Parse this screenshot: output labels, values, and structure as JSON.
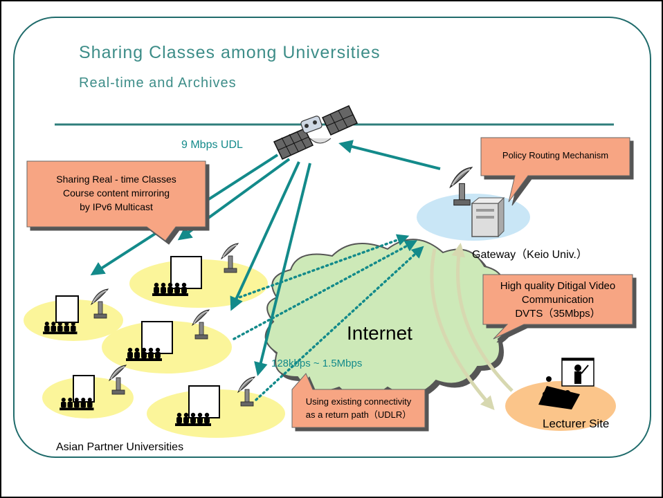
{
  "title": "Sharing Classes among Universities",
  "subtitle": "Real-time and Archives",
  "labels": {
    "udl": "9 Mbps UDL",
    "policy": "Policy Routing Mechanism",
    "sharing_line1": "Sharing Real - time Classes",
    "sharing_line2": "Course content mirroring",
    "sharing_line3": "by IPv6 Multicast",
    "gateway": "Gateway（Keio Univ.）",
    "hq_line1": "High quality Ditigal Video",
    "hq_line2": "Communication",
    "hq_line3": "DVTS（35Mbps）",
    "internet": "Internet",
    "bandwidth": "128kbps ~ 1.5Mbps",
    "return_line1": "Using existing connectivity",
    "return_line2": "as a return path（UDLR）",
    "lecturer": "Lecturer Site",
    "asian": "Asian Partner Universities"
  },
  "colors": {
    "teal": "#138a8a",
    "callout": "#f7a583",
    "site_ellipse": "#fbf59a",
    "gateway_ellipse": "#c9e6f6",
    "lecturer_ellipse": "#fbc58a",
    "cloud": "#cde9b8",
    "olive_arrow": "#d7d8b0"
  }
}
